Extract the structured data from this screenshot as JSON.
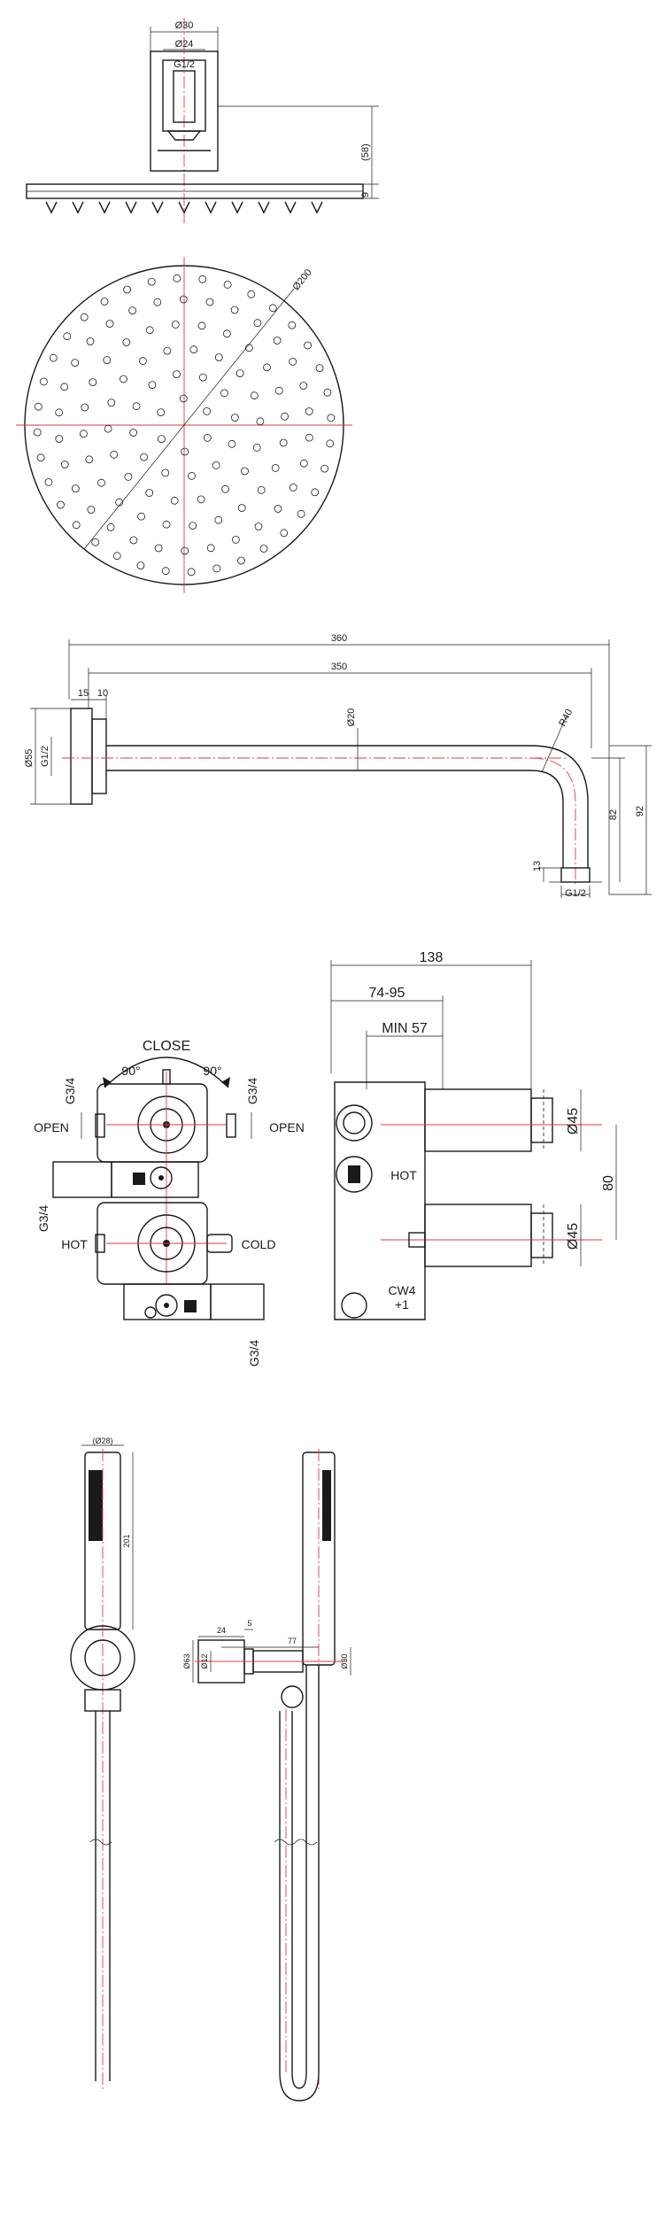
{
  "shower_head": {
    "side_view": {
      "dia_outer": "Ø30",
      "dia_inner": "Ø24",
      "thread": "G1/2",
      "height": "(58)",
      "thickness": "9"
    },
    "top_view": {
      "diameter": "Ø200"
    }
  },
  "wall_arm": {
    "total_length": "360",
    "arm_length": "350",
    "flange_depth": "15",
    "flange_inner": "10",
    "flange_dia": "Ø55",
    "thread_left": "G1/2",
    "tube_dia": "Ø20",
    "bend_radius": "R40",
    "drop_inner": "82",
    "drop_outer": "92",
    "outlet_len": "13",
    "thread_outlet": "G1/2"
  },
  "valve": {
    "front": {
      "close": "CLOSE",
      "angle_left": "90°",
      "angle_right": "90°",
      "thread_top_left": "G3/4",
      "thread_top_right": "G3/4",
      "open_left": "OPEN",
      "open_right": "OPEN",
      "thread_mid_left": "G3/4",
      "hot": "HOT",
      "cold": "COLD",
      "thread_bottom": "G3/4"
    },
    "side": {
      "overall_depth": "138",
      "depth_range": "74-95",
      "min_depth": "MIN 57",
      "knob_dia_top": "Ø45",
      "knob_dia_bottom": "Ø45",
      "spacing": "80",
      "hot_mark": "HOT",
      "cw4": "CW4",
      "plus1": "+1"
    }
  },
  "hand_shower": {
    "front": {
      "dia": "(Ø28)",
      "length": "201"
    },
    "side": {
      "depth_24": "24",
      "depth_5": "5",
      "depth_77": "77",
      "holder_dia": "Ø63",
      "conn_dia": "Ø12",
      "handle_dia": "Ø30"
    }
  }
}
